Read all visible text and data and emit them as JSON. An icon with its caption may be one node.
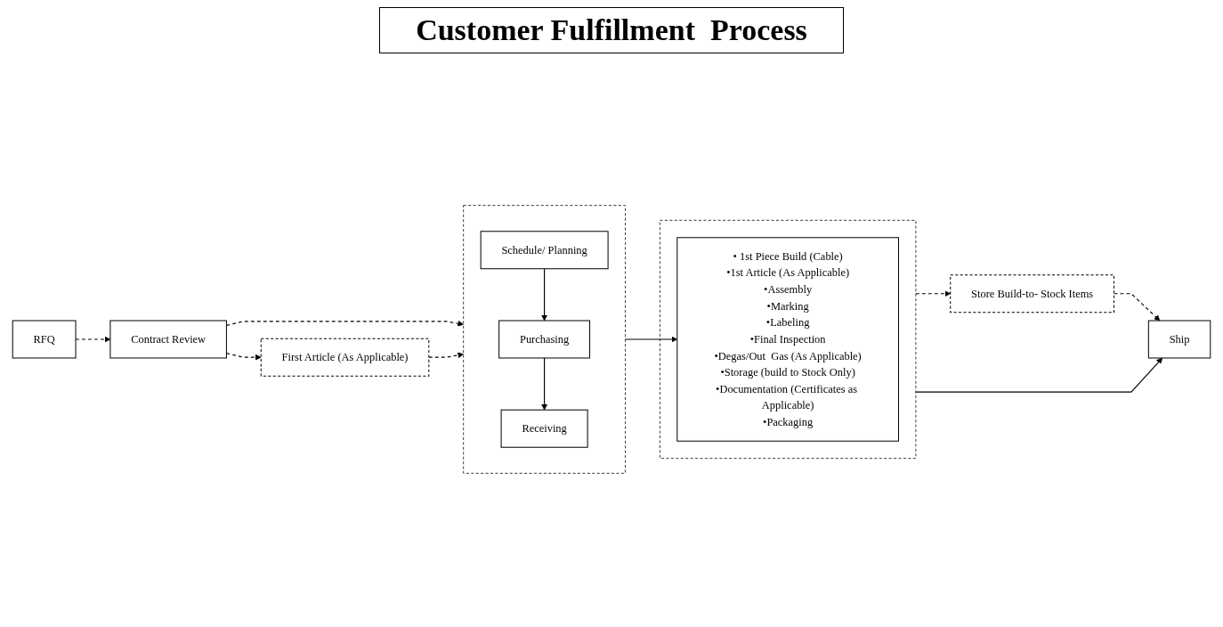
{
  "diagram": {
    "title": "Customer Fulfillment  Process",
    "nodes": [
      {
        "text": [
          "RFQ"
        ]
      },
      {
        "text": [
          "Contract Review"
        ]
      },
      {
        "text": [
          "First Article (As Applicable)"
        ]
      },
      {
        "text": [],
        "shape": "box"
      },
      {
        "text": [
          "Schedule/ Planning"
        ],
        "in": 3
      },
      {
        "text": [
          "Purchasing"
        ],
        "in": 3
      },
      {
        "text": [
          "Receiving"
        ],
        "in": 3
      },
      {
        "text": [],
        "shape": "box"
      },
      {
        "text": [
          "• 1st Piece Build (Cable)",
          "•1st Article (As Applicable)",
          "•Assembly",
          "•Marking",
          "•Labeling",
          "•Final Inspection",
          "•Degas/Out  Gas (As Applicable)",
          "•Storage (build to Stock Only)",
          "•Documentation (Certificates as Applicable)",
          "•Packaging"
        ],
        "in": 7
      },
      {
        "text": [
          "Ship"
        ]
      },
      {
        "text": [
          "Store Build-to- Stock Items"
        ]
      }
    ],
    "edges": [
      {
        "from": 0,
        "to": 1,
        "arrow": "to",
        "style": "dashed"
      },
      {
        "from": 1,
        "to": 3,
        "arrow": "to",
        "style": "dashed"
      },
      {
        "from": 1,
        "to": 2,
        "arrow": "to",
        "style": "dashed"
      },
      {
        "from": 2,
        "to": 3,
        "arrow": "to",
        "style": "dashed"
      },
      {
        "from": 4,
        "to": 5,
        "arrow": "to"
      },
      {
        "from": 5,
        "to": 6,
        "arrow": "to"
      },
      {
        "from": 3,
        "to": 8,
        "arrow": "to"
      },
      {
        "from": 7,
        "to": 9,
        "arrow": "to"
      },
      {
        "from": 7,
        "to": 10,
        "arrow": "to",
        "style": "dashed"
      },
      {
        "from": 10,
        "to": 9,
        "arrow": "to",
        "style": "dashed"
      }
    ]
  }
}
